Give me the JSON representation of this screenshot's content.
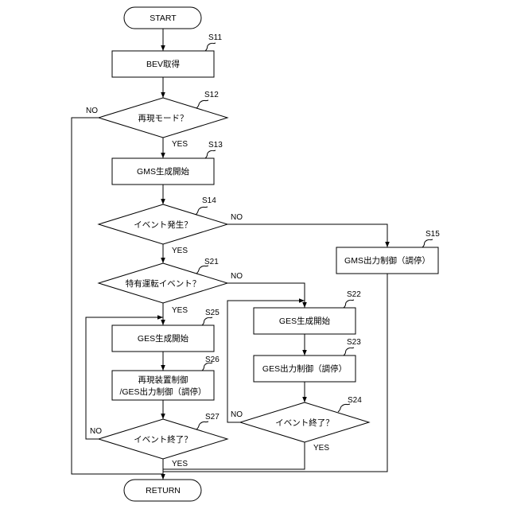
{
  "nodes": {
    "start": "START",
    "s11": "BEV取得",
    "s12": "再現モード？",
    "s13": "GMS生成開始",
    "s14": "イベント発生？",
    "s15": "GMS出力制御（調停）",
    "s21": "特有運転イベント？",
    "s22": "GES生成開始",
    "s23": "GES出力制御（調停）",
    "s24": "イベント終了？",
    "s25": "GES生成開始",
    "s26_line1": "再現装置制御",
    "s26_line2": "/GES出力制御（調停）",
    "s27": "イベント終了？",
    "end": "RETURN"
  },
  "step_ids": {
    "s11": "S11",
    "s12": "S12",
    "s13": "S13",
    "s14": "S14",
    "s15": "S15",
    "s21": "S21",
    "s22": "S22",
    "s23": "S23",
    "s24": "S24",
    "s25": "S25",
    "s26": "S26",
    "s27": "S27"
  },
  "branch_labels": {
    "s12_no": "NO",
    "s12_yes": "YES",
    "s14_no": "NO",
    "s14_yes": "YES",
    "s21_no": "NO",
    "s21_yes": "YES",
    "s24_no": "NO",
    "s24_yes": "YES",
    "s27_no": "NO",
    "s27_yes": "YES"
  },
  "colors": {
    "stroke": "#000000",
    "fill": "#ffffff"
  }
}
